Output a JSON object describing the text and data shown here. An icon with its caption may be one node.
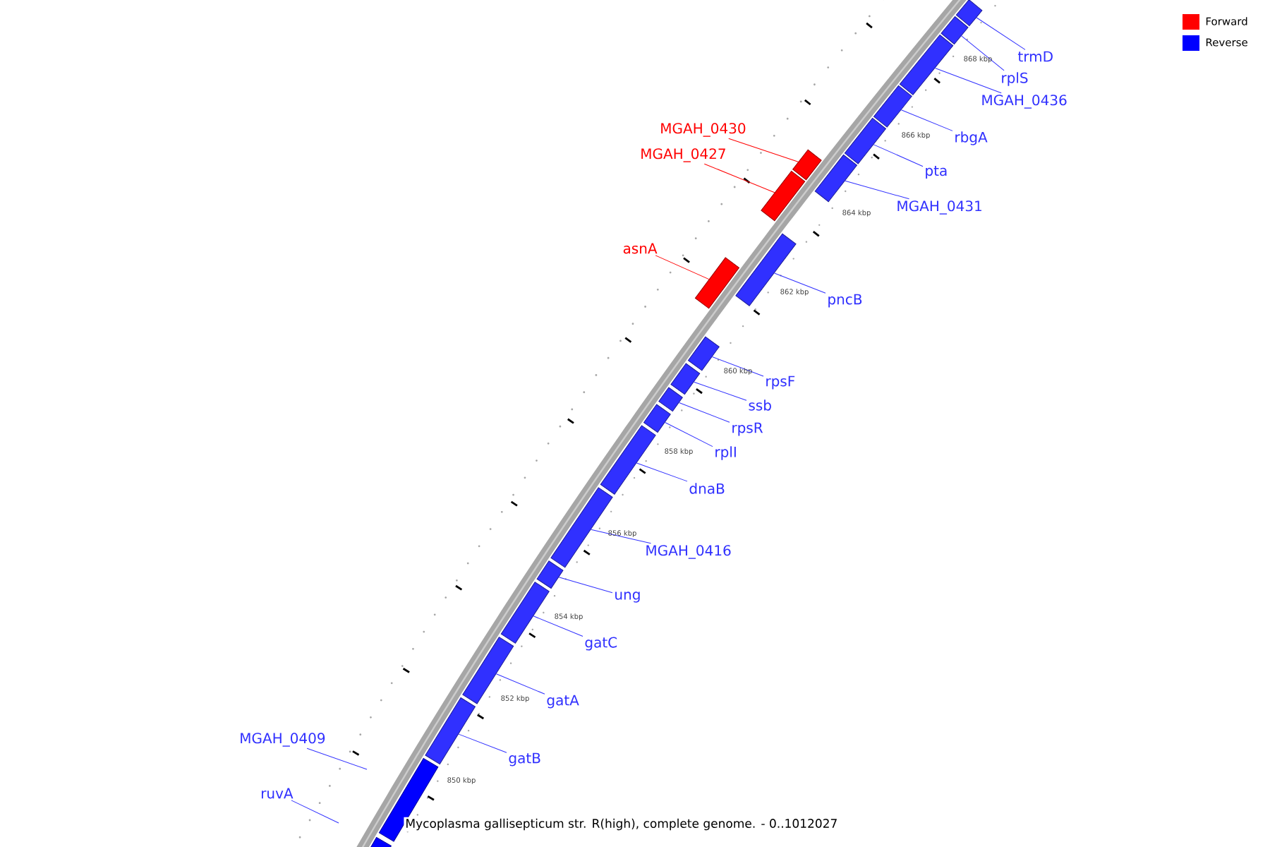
{
  "diagram": {
    "title": "Mycoplasma gallisepticum str. R(high), complete genome. - 0..1012027",
    "nodes": [
      {
        "text": [
          "trmD"
        ]
      },
      {
        "text": [
          "rplS"
        ]
      },
      {
        "text": [
          "MGAH_0436"
        ]
      },
      {
        "text": [
          "MGAH_0430"
        ]
      },
      {
        "text": [
          "rbgA"
        ]
      },
      {
        "text": [
          "MGAH_0427"
        ]
      },
      {
        "text": [
          "pta"
        ]
      },
      {
        "text": [
          "MGAH_0431"
        ]
      },
      {
        "text": [
          "asnA"
        ]
      },
      {
        "text": [
          "pncB"
        ]
      },
      {
        "text": [
          "rpsF"
        ]
      },
      {
        "text": [
          "ssb"
        ]
      },
      {
        "text": [
          "rpsR"
        ]
      },
      {
        "text": [
          "rplI"
        ]
      },
      {
        "text": [
          "dnaB"
        ]
      },
      {
        "text": [
          "MGAH_0416"
        ]
      },
      {
        "text": [
          "ung"
        ]
      },
      {
        "text": [
          "gatC"
        ]
      },
      {
        "text": [
          "gatA"
        ]
      },
      {
        "text": [
          "MGAH_0409"
        ]
      },
      {
        "text": [
          "gatB"
        ]
      },
      {
        "text": [
          "ruvA"
        ]
      },
      {
        "text": [],
        "shape": "bar"
      },
      {
        "text": [],
        "shape": "bar"
      },
      {
        "text": [],
        "shape": "bar"
      },
      {
        "text": [],
        "shape": "bar"
      },
      {
        "text": [],
        "shape": "bar"
      },
      {
        "text": [],
        "shape": "bar"
      },
      {
        "text": [],
        "shape": "bar"
      },
      {
        "text": [],
        "shape": "bar"
      },
      {
        "text": [],
        "shape": "bar"
      },
      {
        "text": [],
        "shape": "bar"
      },
      {
        "text": [],
        "shape": "bar"
      },
      {
        "text": [],
        "shape": "bar"
      },
      {
        "text": [],
        "shape": "bar"
      },
      {
        "text": [],
        "shape": "bar"
      },
      {
        "text": [],
        "shape": "bar"
      },
      {
        "text": [],
        "shape": "bar"
      },
      {
        "text": [],
        "shape": "bar"
      },
      {
        "text": [],
        "shape": "bar"
      },
      {
        "text": [],
        "shape": "bar"
      },
      {
        "text": [],
        "shape": "bar"
      },
      {
        "text": [],
        "shape": "bar"
      },
      {
        "text": [],
        "shape": "bar"
      }
    ],
    "edges": [
      {
        "from": 0,
        "to": 22,
        "arrow": "none"
      },
      {
        "from": 1,
        "to": 23,
        "arrow": "none"
      },
      {
        "from": 2,
        "to": 24,
        "arrow": "none"
      },
      {
        "from": 3,
        "to": 28,
        "arrow": "none",
        "color": "#ff0000"
      },
      {
        "from": 4,
        "to": 25,
        "arrow": "none"
      },
      {
        "from": 5,
        "to": 29,
        "arrow": "none",
        "color": "#ff0000"
      },
      {
        "from": 6,
        "to": 26,
        "arrow": "none"
      },
      {
        "from": 7,
        "to": 27,
        "arrow": "none"
      },
      {
        "from": 8,
        "to": 31,
        "arrow": "none",
        "color": "#ff0000"
      },
      {
        "from": 9,
        "to": 30,
        "arrow": "none"
      },
      {
        "from": 10,
        "to": 32,
        "arrow": "none"
      },
      {
        "from": 11,
        "to": 33,
        "arrow": "none"
      },
      {
        "from": 12,
        "to": 34,
        "arrow": "none"
      },
      {
        "from": 13,
        "to": 35,
        "arrow": "none"
      },
      {
        "from": 14,
        "to": 36,
        "arrow": "none"
      },
      {
        "from": 15,
        "to": 37,
        "arrow": "none"
      },
      {
        "from": 16,
        "to": 38,
        "arrow": "none"
      },
      {
        "from": 17,
        "to": 39,
        "arrow": "none"
      },
      {
        "from": 18,
        "to": 40,
        "arrow": "none"
      },
      {
        "from": 19,
        "to": null,
        "arrow": "none"
      },
      {
        "from": 20,
        "to": 41,
        "arrow": "none"
      },
      {
        "from": 21,
        "to": null,
        "arrow": "none"
      }
    ],
    "labels": [
      "868 kbp",
      "866 kbp",
      "864 kbp",
      "862 kbp",
      "860 kbp",
      "858 kbp",
      "856 kbp",
      "854 kbp",
      "852 kbp",
      "850 kbp"
    ],
    "legend": [
      {
        "text": "Forward",
        "color": "#ff0000"
      },
      {
        "text": "Reverse",
        "color": "#0000ff"
      }
    ]
  }
}
